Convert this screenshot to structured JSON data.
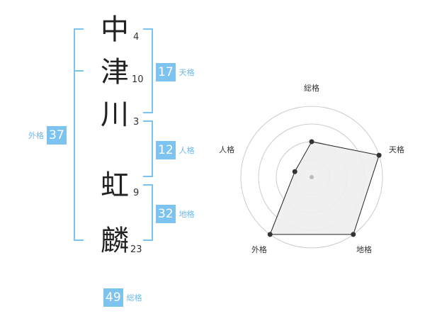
{
  "name_chars": [
    {
      "char": "中",
      "strokes": "4"
    },
    {
      "char": "津",
      "strokes": "10"
    },
    {
      "char": "川",
      "strokes": "3"
    },
    {
      "char": "虹",
      "strokes": "9"
    },
    {
      "char": "麟",
      "strokes": "23"
    }
  ],
  "scores": {
    "tenkaku": {
      "value": "17",
      "label": "天格"
    },
    "jinkaku": {
      "value": "12",
      "label": "人格"
    },
    "chikaku": {
      "value": "32",
      "label": "地格"
    },
    "gaikaku": {
      "value": "37",
      "label": "外格"
    },
    "soukaku": {
      "value": "49",
      "label": "総格"
    }
  },
  "chart_data": {
    "type": "radar",
    "axes": [
      "総格",
      "天格",
      "地格",
      "外格",
      "人格"
    ],
    "values": [
      0.5,
      1.0,
      1.0,
      1.0,
      0.25
    ],
    "max": 1,
    "rings": 4,
    "colors": {
      "fill": "#eeeeee",
      "stroke": "#222222",
      "ring": "#cccccc",
      "center": "#bbbbbb"
    }
  }
}
